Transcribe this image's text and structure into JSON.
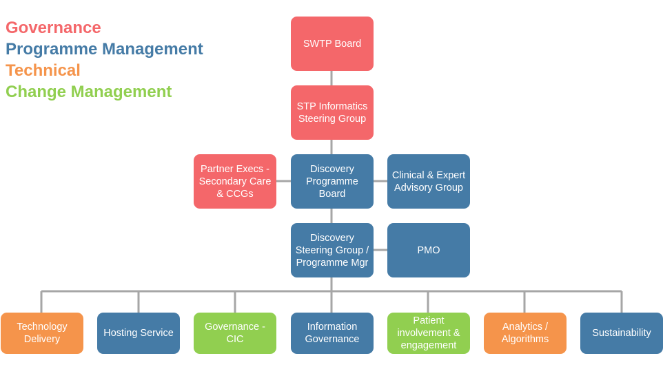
{
  "legend": {
    "governance": "Governance",
    "programme_management": "Programme Management",
    "technical": "Technical",
    "change_management": "Change Management"
  },
  "colors": {
    "governance": "#f4676a",
    "programme_management": "#457ba6",
    "technical": "#f5944b",
    "change_management": "#91cf50",
    "connector": "#a6a6a6"
  },
  "nodes": {
    "swtp_board": "SWTP Board",
    "stp_informatics": "STP Informatics\nSteering Group",
    "partner_execs": "Partner Execs -\nSecondary Care\n& CCGs",
    "discovery_programme_board": "Discovery\nProgramme\nBoard",
    "clinical_expert": "Clinical & Expert\nAdvisory Group",
    "discovery_steering": "Discovery\nSteering Group /\nProgramme Mgr",
    "pmo": "PMO",
    "technology_delivery": "Technology\nDelivery",
    "hosting_service": "Hosting Service",
    "governance_cic": "Governance -\nCIC",
    "information_governance": "Information\nGovernance",
    "patient_involvement": "Patient\ninvolvement &\nengagement",
    "analytics_algorithms": "Analytics /\nAlgorithms",
    "sustainability": "Sustainability"
  }
}
